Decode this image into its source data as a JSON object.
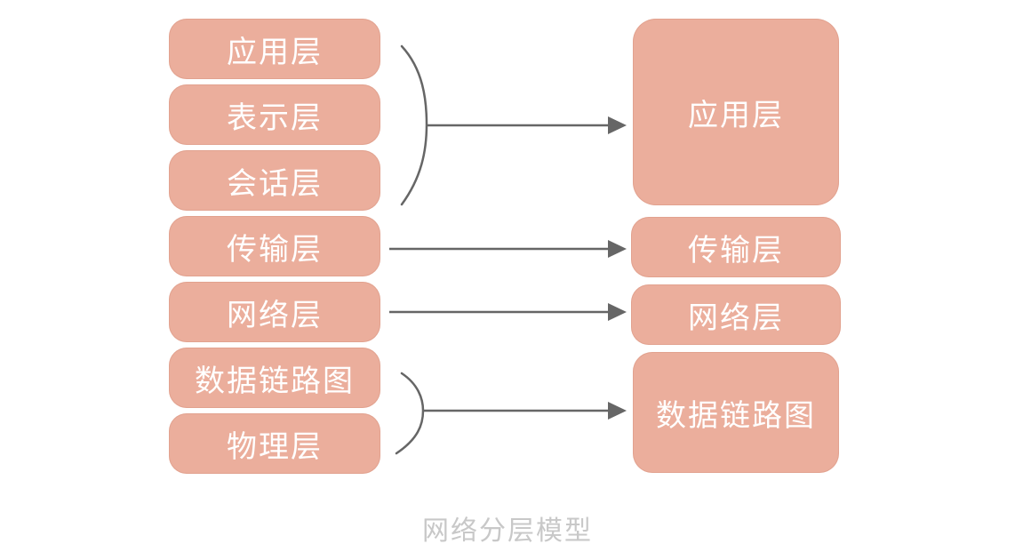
{
  "colors": {
    "box_fill": "#ebae9c",
    "box_text": "#ffffff",
    "arrow": "#666666",
    "caption": "#c8c8c8"
  },
  "osi_model": {
    "layers": [
      "应用层",
      "表示层",
      "会话层",
      "传输层",
      "网络层",
      "数据链路图",
      "物理层"
    ]
  },
  "tcpip_model": {
    "layers": [
      "应用层",
      "传输层",
      "网络层",
      "数据链路图"
    ]
  },
  "caption": "网络分层模型"
}
